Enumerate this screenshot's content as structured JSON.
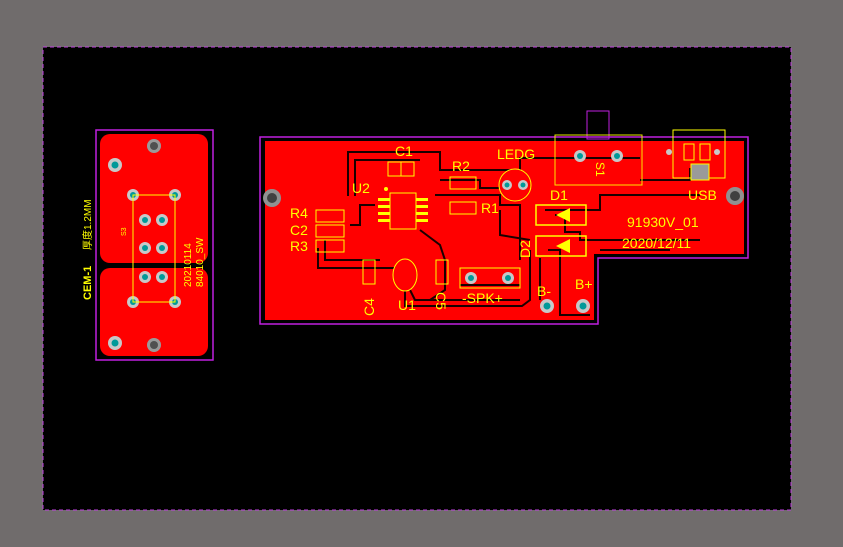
{
  "colors": {
    "workspace": "#706c6c",
    "board": "#000000",
    "copper": "#ff0000",
    "trace_dark": "#1a0000",
    "silkscreen": "#ffff00",
    "outline": "#a020c0",
    "pad": "#b8b8b8",
    "drill": "#00a0a0"
  },
  "small_board": {
    "vertical_label": "CEM-1",
    "thickness_label": "厚度1.2MM",
    "component_label": "S3",
    "date_label": "20210114",
    "part_label": "84010_SW"
  },
  "main_board": {
    "labels": {
      "c1": "C1",
      "u2": "U2",
      "r2": "R2",
      "r1": "R1",
      "ledg": "LEDG",
      "r4": "R4",
      "c2": "C2",
      "r3": "R3",
      "c4": "C4",
      "u1": "U1",
      "c5": "C5",
      "spk": "-SPK+",
      "d1": "D1",
      "d2": "D2",
      "b_minus": "B-",
      "b_plus": "B+",
      "usb": "USB",
      "s1": "S1",
      "part_number": "91930V_01",
      "date": "2020/12/11"
    }
  }
}
